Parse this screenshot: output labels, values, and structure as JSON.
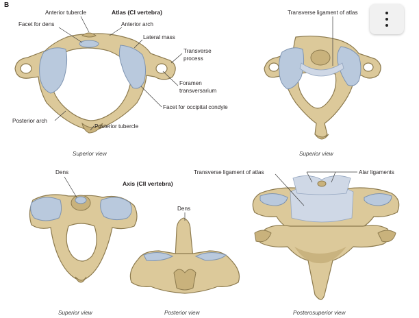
{
  "panel_letter": "B",
  "atlas": {
    "title": "Atlas (CI vertebra)",
    "labels": {
      "anterior_tubercle": "Anterior tubercle",
      "facet_for_dens": "Facet for dens",
      "anterior_arch": "Anterior arch",
      "lateral_mass": "Lateral mass",
      "transverse_process_1": "Transverse",
      "transverse_process_2": "process",
      "foramen_1": "Foramen",
      "foramen_2": "transversarium",
      "facet_occipital": "Facet for occipital condyle",
      "posterior_arch": "Posterior arch",
      "posterior_tubercle": "Posterior tubercle"
    },
    "view": "Superior view"
  },
  "atlas_ligament": {
    "label": "Transverse ligament of atlas",
    "view": "Superior view"
  },
  "axis": {
    "title": "Axis (CII vertebra)",
    "dens_label": "Dens",
    "view": "Superior view"
  },
  "axis_posterior": {
    "dens_label": "Dens",
    "view": "Posterior view"
  },
  "axis_posterosuperior": {
    "ligament_label": "Transverse ligament of atlas",
    "alar_label": "Alar ligaments",
    "view": "Posterosuperior view"
  },
  "icons": {
    "menu": "more-vertical-icon"
  }
}
